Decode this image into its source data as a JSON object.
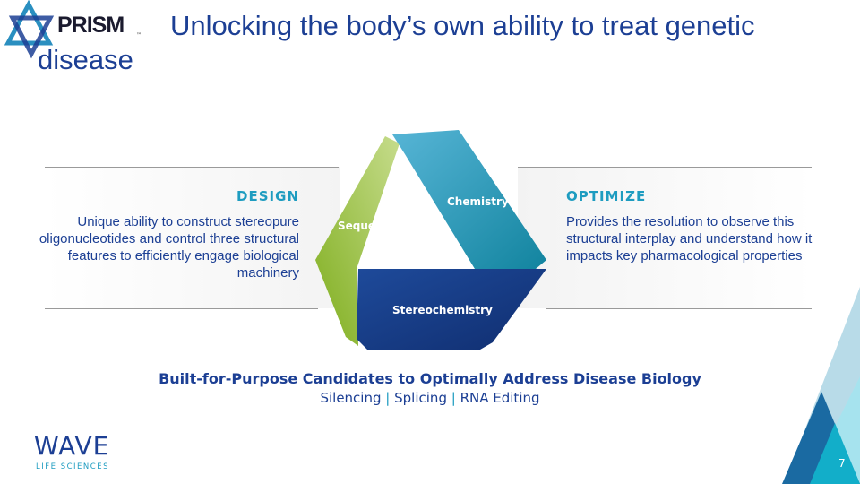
{
  "logo": {
    "prism": "PRISM",
    "tm": "™",
    "wave": "WAVE",
    "wave_sub": "LIFE SCIENCES"
  },
  "title": "Unlocking the body’s own ability to treat genetic disease",
  "design": {
    "heading": "DESIGN",
    "body": "Unique ability to construct stereopure oligonucleotides and control three structural features to efficiently engage biological machinery"
  },
  "optimize": {
    "heading": "OPTIMIZE",
    "body": "Provides the resolution to observe this structural interplay and understand how it impacts key pharmacological properties"
  },
  "diagram": {
    "sequence": "Sequence",
    "chemistry": "Chemistry",
    "stereochemistry": "Stereochemistry"
  },
  "bottom": {
    "headline": "Built-for-Purpose Candidates to Optimally Address Disease Biology",
    "items": [
      "Silencing",
      "Splicing",
      "RNA Editing"
    ],
    "separator": "|"
  },
  "page_number": "7",
  "colors": {
    "navy": "#1c3f94",
    "teal": "#1e9cc0",
    "green": "#8db53c"
  }
}
